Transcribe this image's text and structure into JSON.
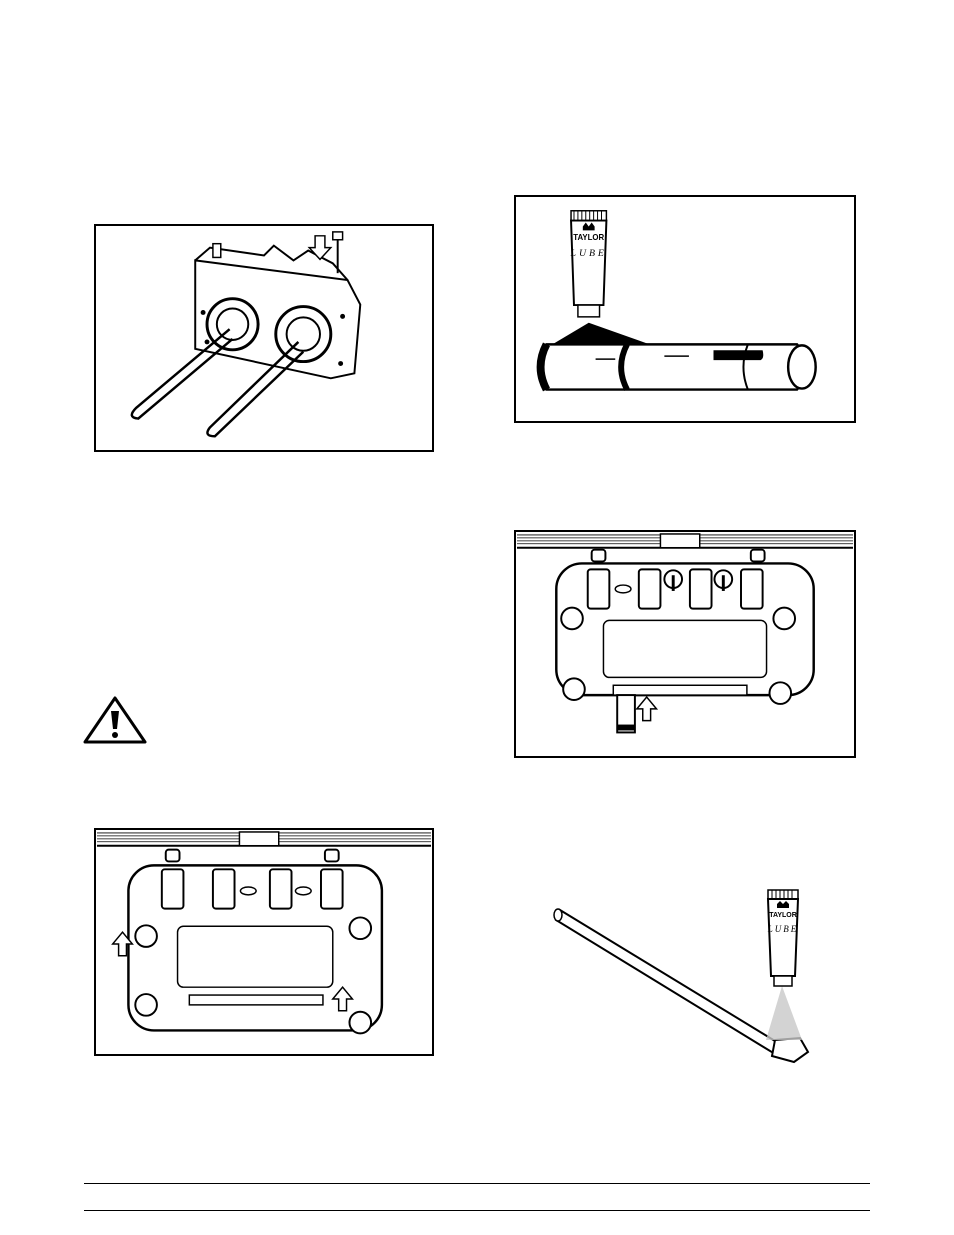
{
  "figures": {
    "heater": {
      "name": "figure-heater-assembly"
    },
    "lube_tube": {
      "name": "figure-lube-tube",
      "tube_brand": "TAYLOR",
      "tube_product": "LUBE"
    },
    "door_pins": {
      "name": "figure-door-pins-inserted"
    },
    "door_lift": {
      "name": "figure-door-lift"
    },
    "draw_rod": {
      "name": "figure-draw-rod-lube",
      "tube_brand": "TAYLOR",
      "tube_product": "LUBE"
    }
  },
  "warning": {
    "icon": "warning-triangle-icon"
  },
  "colors": {
    "ink": "#000000",
    "paper": "#ffffff",
    "shade": "#bdbdbd"
  }
}
